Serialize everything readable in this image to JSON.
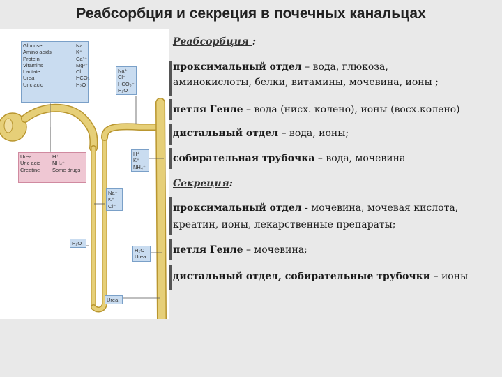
{
  "title": "Реабсорбция и секреция в почечных канальцах",
  "figure": {
    "box_top_left": {
      "col1": [
        "Glucose",
        "Amino acids",
        "Protein",
        "Vitamins",
        "Lactate",
        "Urea",
        "Uric acid"
      ],
      "col2": [
        "Na⁺",
        "K⁺",
        "Ca²⁺",
        "Mg²⁺",
        "Cl⁻",
        "HCO₃⁻",
        "H₂O"
      ]
    },
    "box_top_mid": [
      "Na⁺",
      "Cl⁻",
      "HCO₃⁻",
      "H₂O"
    ],
    "box_secretion": {
      "col1": [
        "Urea",
        "Uric acid",
        "Creatine"
      ],
      "col2": [
        "H⁺",
        "NH₄⁺",
        "Some drugs"
      ]
    },
    "box_h_right": [
      "H⁺",
      "K⁺",
      "NH₄⁺"
    ],
    "box_loop": [
      "Na⁺",
      "K⁺",
      "Cl⁻"
    ],
    "box_h2o_left": [
      "H₂O"
    ],
    "box_h2o_urea": [
      "H₂O",
      "Urea"
    ],
    "box_urea_bottom": [
      "Urea"
    ]
  },
  "text": {
    "reabs_header": "Реабсорбция ",
    "reabs_colon": ":",
    "prox_label": "проксимальный отдел",
    "prox_text": " – вода, глюкоза,",
    "prox_text2": "аминокислоты, белки, витамины, мочевина, ионы ;",
    "loop_label": "петля Генле",
    "loop_text": " – вода (нисх. колено), ионы (восх.колено)",
    "dist_label": "дистальный отдел",
    "dist_text": " – вода, ионы;",
    "coll_label": "собирательная трубочка",
    "coll_text": " – вода, мочевина",
    "secr_header": "Секреция",
    "secr_colon": ":",
    "sprox_label": "проксимальный отдел",
    "sprox_text": " - мочевина, мочевая кислота,",
    "sprox_text2": "креатин, ионы, лекарственные препараты;",
    "sloop_label": "петля Генле",
    "sloop_text": " – мочевина;",
    "sdist_label": "дистальный отдел, собирательные трубочки",
    "sdist_text": " – ионы"
  },
  "colors": {
    "tubule": "#e6cf78",
    "tubule_edge": "#b9962f",
    "blue_box": "#c9dcf0",
    "pink_box": "#efc7d3"
  }
}
